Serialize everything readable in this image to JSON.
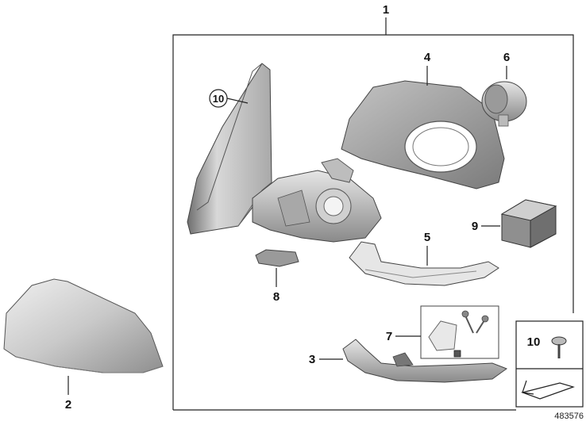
{
  "callouts": {
    "c1": "1",
    "c2": "2",
    "c3": "3",
    "c4": "4",
    "c5": "5",
    "c6": "6",
    "c7": "7",
    "c8": "8",
    "c9": "9",
    "c10_circled": "10",
    "c10_legend": "10"
  },
  "document_number": "483576",
  "parts_icons": {
    "screw": "screw-icon",
    "nut": "nut-icon",
    "pointer": "pointer-arrow-icon"
  }
}
